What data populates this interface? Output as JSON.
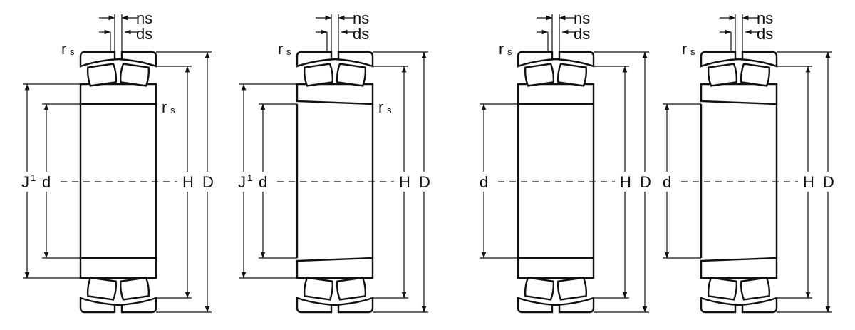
{
  "figure": {
    "title": "",
    "bearings": [
      {
        "name": "cylindrical-bore-with-j1",
        "labels": {
          "ns": "ns",
          "ds": "ds",
          "rs_main": "r",
          "rs_sub": "s",
          "rs2_main": "r",
          "rs2_sub": "s",
          "j1_main": "J",
          "j1_sub": "1",
          "d": "d",
          "H": "H",
          "D": "D"
        },
        "inner_ring": "cylindrical"
      },
      {
        "name": "tapered-ring-with-j1",
        "labels": {
          "ns": "ns",
          "ds": "ds",
          "rs_main": "r",
          "rs_sub": "s",
          "rs2_main": "r",
          "rs2_sub": "s",
          "j1_main": "J",
          "j1_sub": "1",
          "d": "d",
          "H": "H",
          "D": "D"
        },
        "inner_ring": "tapered"
      },
      {
        "name": "cylindrical-bore",
        "labels": {
          "ns": "ns",
          "ds": "ds",
          "rs_main": "r",
          "rs_sub": "s",
          "d": "d",
          "H": "H",
          "D": "D"
        },
        "inner_ring": "cylindrical"
      },
      {
        "name": "tapered-bore",
        "labels": {
          "ns": "ns",
          "ds": "ds",
          "rs_main": "r",
          "rs_sub": "s",
          "d": "d",
          "H": "H",
          "D": "D"
        },
        "inner_ring": "tapered"
      }
    ],
    "colors": {
      "ink": "#111111",
      "paper": "#ffffff"
    }
  }
}
